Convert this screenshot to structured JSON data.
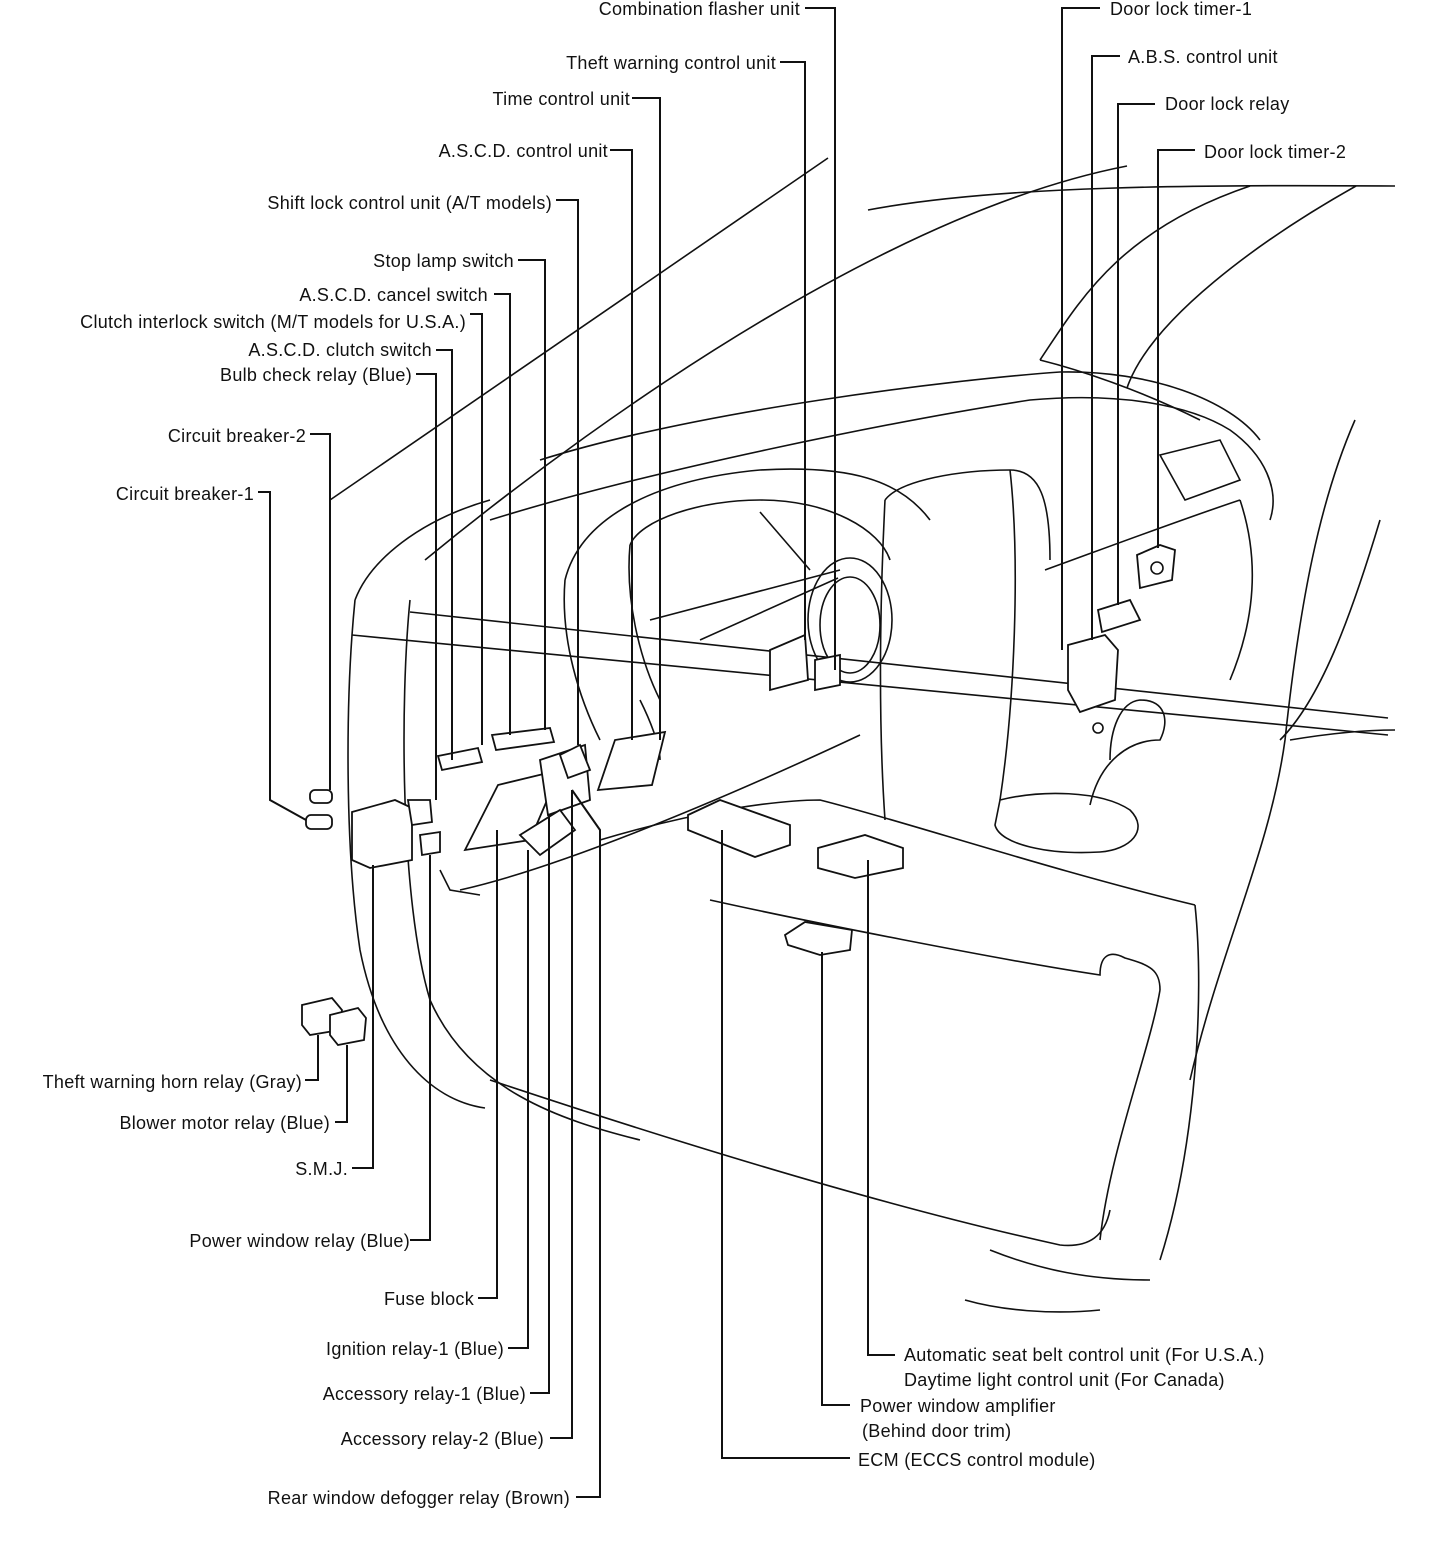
{
  "labels": {
    "combination_flasher_unit": "Combination flasher unit",
    "theft_warning_control_unit": "Theft warning control unit",
    "time_control_unit": "Time control unit",
    "ascd_control_unit": "A.S.C.D. control unit",
    "shift_lock_control_unit": "Shift lock control unit (A/T models)",
    "stop_lamp_switch": "Stop lamp switch",
    "ascd_cancel_switch": "A.S.C.D. cancel switch",
    "clutch_interlock_switch": "Clutch interlock switch (M/T models for U.S.A.)",
    "ascd_clutch_switch": "A.S.C.D. clutch switch",
    "bulb_check_relay": "Bulb check relay (Blue)",
    "circuit_breaker_2": "Circuit breaker-2",
    "circuit_breaker_1": "Circuit breaker-1",
    "door_lock_timer_1": "Door lock timer-1",
    "abs_control_unit": "A.B.S. control unit",
    "door_lock_relay": "Door lock relay",
    "door_lock_timer_2": "Door lock timer-2",
    "theft_warning_horn_relay": "Theft warning horn relay (Gray)",
    "blower_motor_relay": "Blower motor relay (Blue)",
    "smj": "S.M.J.",
    "power_window_relay": "Power window relay (Blue)",
    "fuse_block": "Fuse block",
    "ignition_relay_1": "Ignition relay-1 (Blue)",
    "accessory_relay_1": "Accessory relay-1 (Blue)",
    "accessory_relay_2": "Accessory relay-2 (Blue)",
    "rear_window_defogger_relay": "Rear window defogger relay (Brown)",
    "automatic_seat_belt_line1": "Automatic seat belt control unit (For U.S.A.)",
    "automatic_seat_belt_line2": "Daytime light control unit (For Canada)",
    "power_window_amplifier_line1": "Power window amplifier",
    "power_window_amplifier_line2": "(Behind door trim)",
    "ecm": "ECM (ECCS control module)"
  }
}
